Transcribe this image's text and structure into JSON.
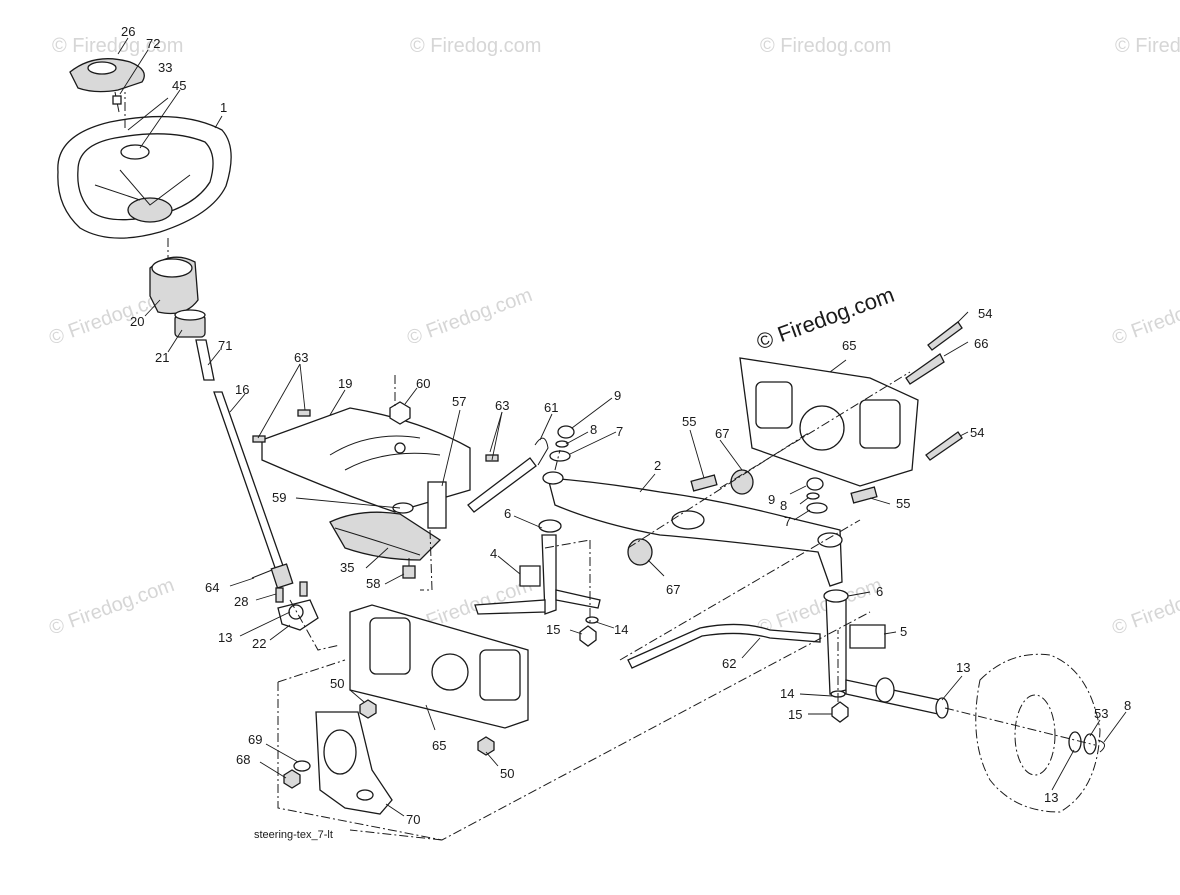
{
  "watermark": "© Firedog.com",
  "brand_mark": "© Firedog.com",
  "caption": "steering-tex_7-lt",
  "callouts": [
    "26",
    "72",
    "33",
    "45",
    "1",
    "20",
    "21",
    "71",
    "16",
    "63",
    "19",
    "60",
    "57",
    "63",
    "61",
    "9",
    "8",
    "7",
    "65",
    "54",
    "66",
    "54",
    "55",
    "67",
    "2",
    "9",
    "8",
    "7",
    "55",
    "59",
    "6",
    "4",
    "35",
    "58",
    "67",
    "64",
    "28",
    "13",
    "22",
    "15",
    "14",
    "6",
    "5",
    "62",
    "50",
    "65",
    "50",
    "69",
    "68",
    "70",
    "13",
    "14",
    "15",
    "53",
    "8",
    "13"
  ]
}
